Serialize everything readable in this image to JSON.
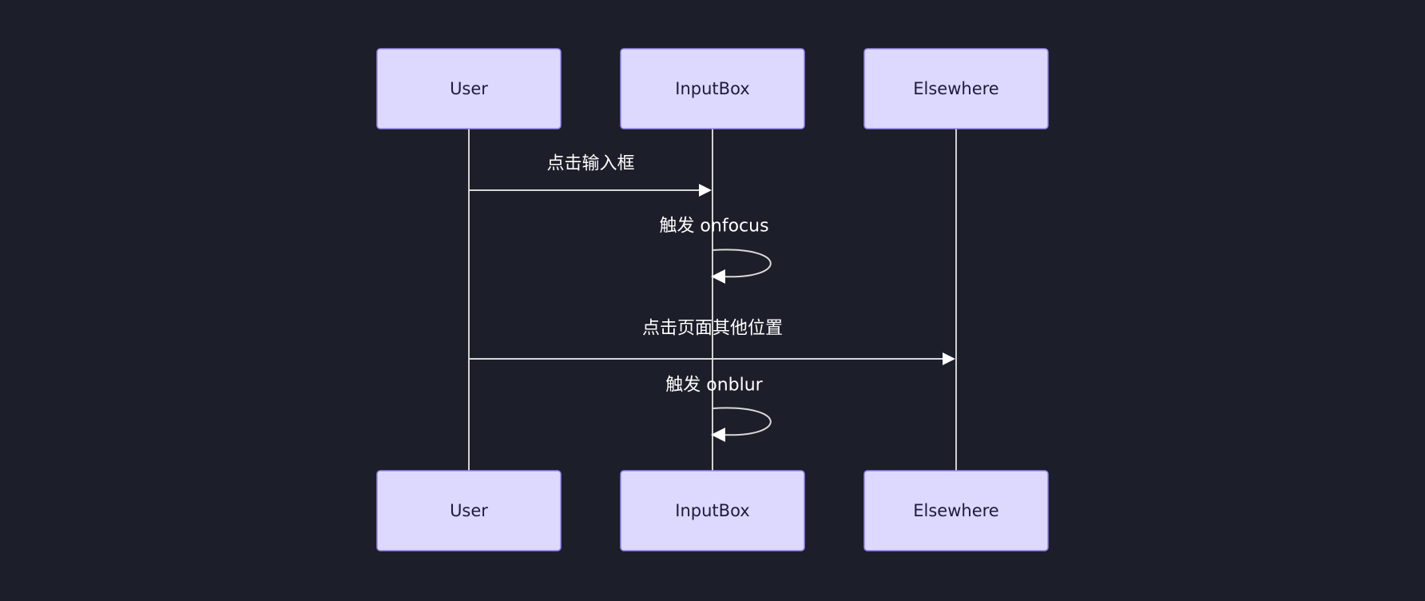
{
  "diagram": {
    "type": "sequence",
    "colors": {
      "background": "#1c1e29",
      "actor_fill": "#dcd8fe",
      "actor_border": "#9488e8",
      "actor_text": "#1e1b3c",
      "line": "#d2d2d2",
      "message_text": "#ffffff"
    },
    "participants": [
      {
        "id": "User",
        "label": "User"
      },
      {
        "id": "InputBox",
        "label": "InputBox"
      },
      {
        "id": "Elsewhere",
        "label": "Elsewhere"
      }
    ],
    "messages": [
      {
        "from": "User",
        "to": "InputBox",
        "label": "点击输入框"
      },
      {
        "from": "InputBox",
        "to": "InputBox",
        "label": "触发 onfocus"
      },
      {
        "from": "User",
        "to": "Elsewhere",
        "label": "点击页面其他位置"
      },
      {
        "from": "InputBox",
        "to": "InputBox",
        "label": "触发 onblur"
      }
    ]
  }
}
